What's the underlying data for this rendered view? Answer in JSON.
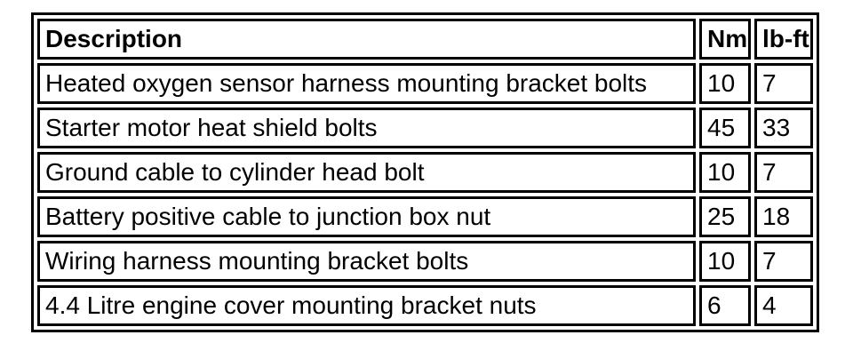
{
  "chart_data": {
    "type": "table",
    "columns": [
      "Description",
      "Nm",
      "lb-ft"
    ],
    "rows": [
      [
        "Heated oxygen sensor harness mounting bracket bolts",
        10,
        7
      ],
      [
        "Starter motor heat shield bolts",
        45,
        33
      ],
      [
        "Ground cable to cylinder head bolt",
        10,
        7
      ],
      [
        "Battery positive cable to junction box nut",
        25,
        18
      ],
      [
        "Wiring harness mounting bracket bolts",
        10,
        7
      ],
      [
        "4.4 Litre engine cover mounting bracket nuts",
        6,
        4
      ]
    ]
  },
  "colors": {
    "border": "#000000",
    "background": "#ffffff",
    "text": "#000000"
  }
}
